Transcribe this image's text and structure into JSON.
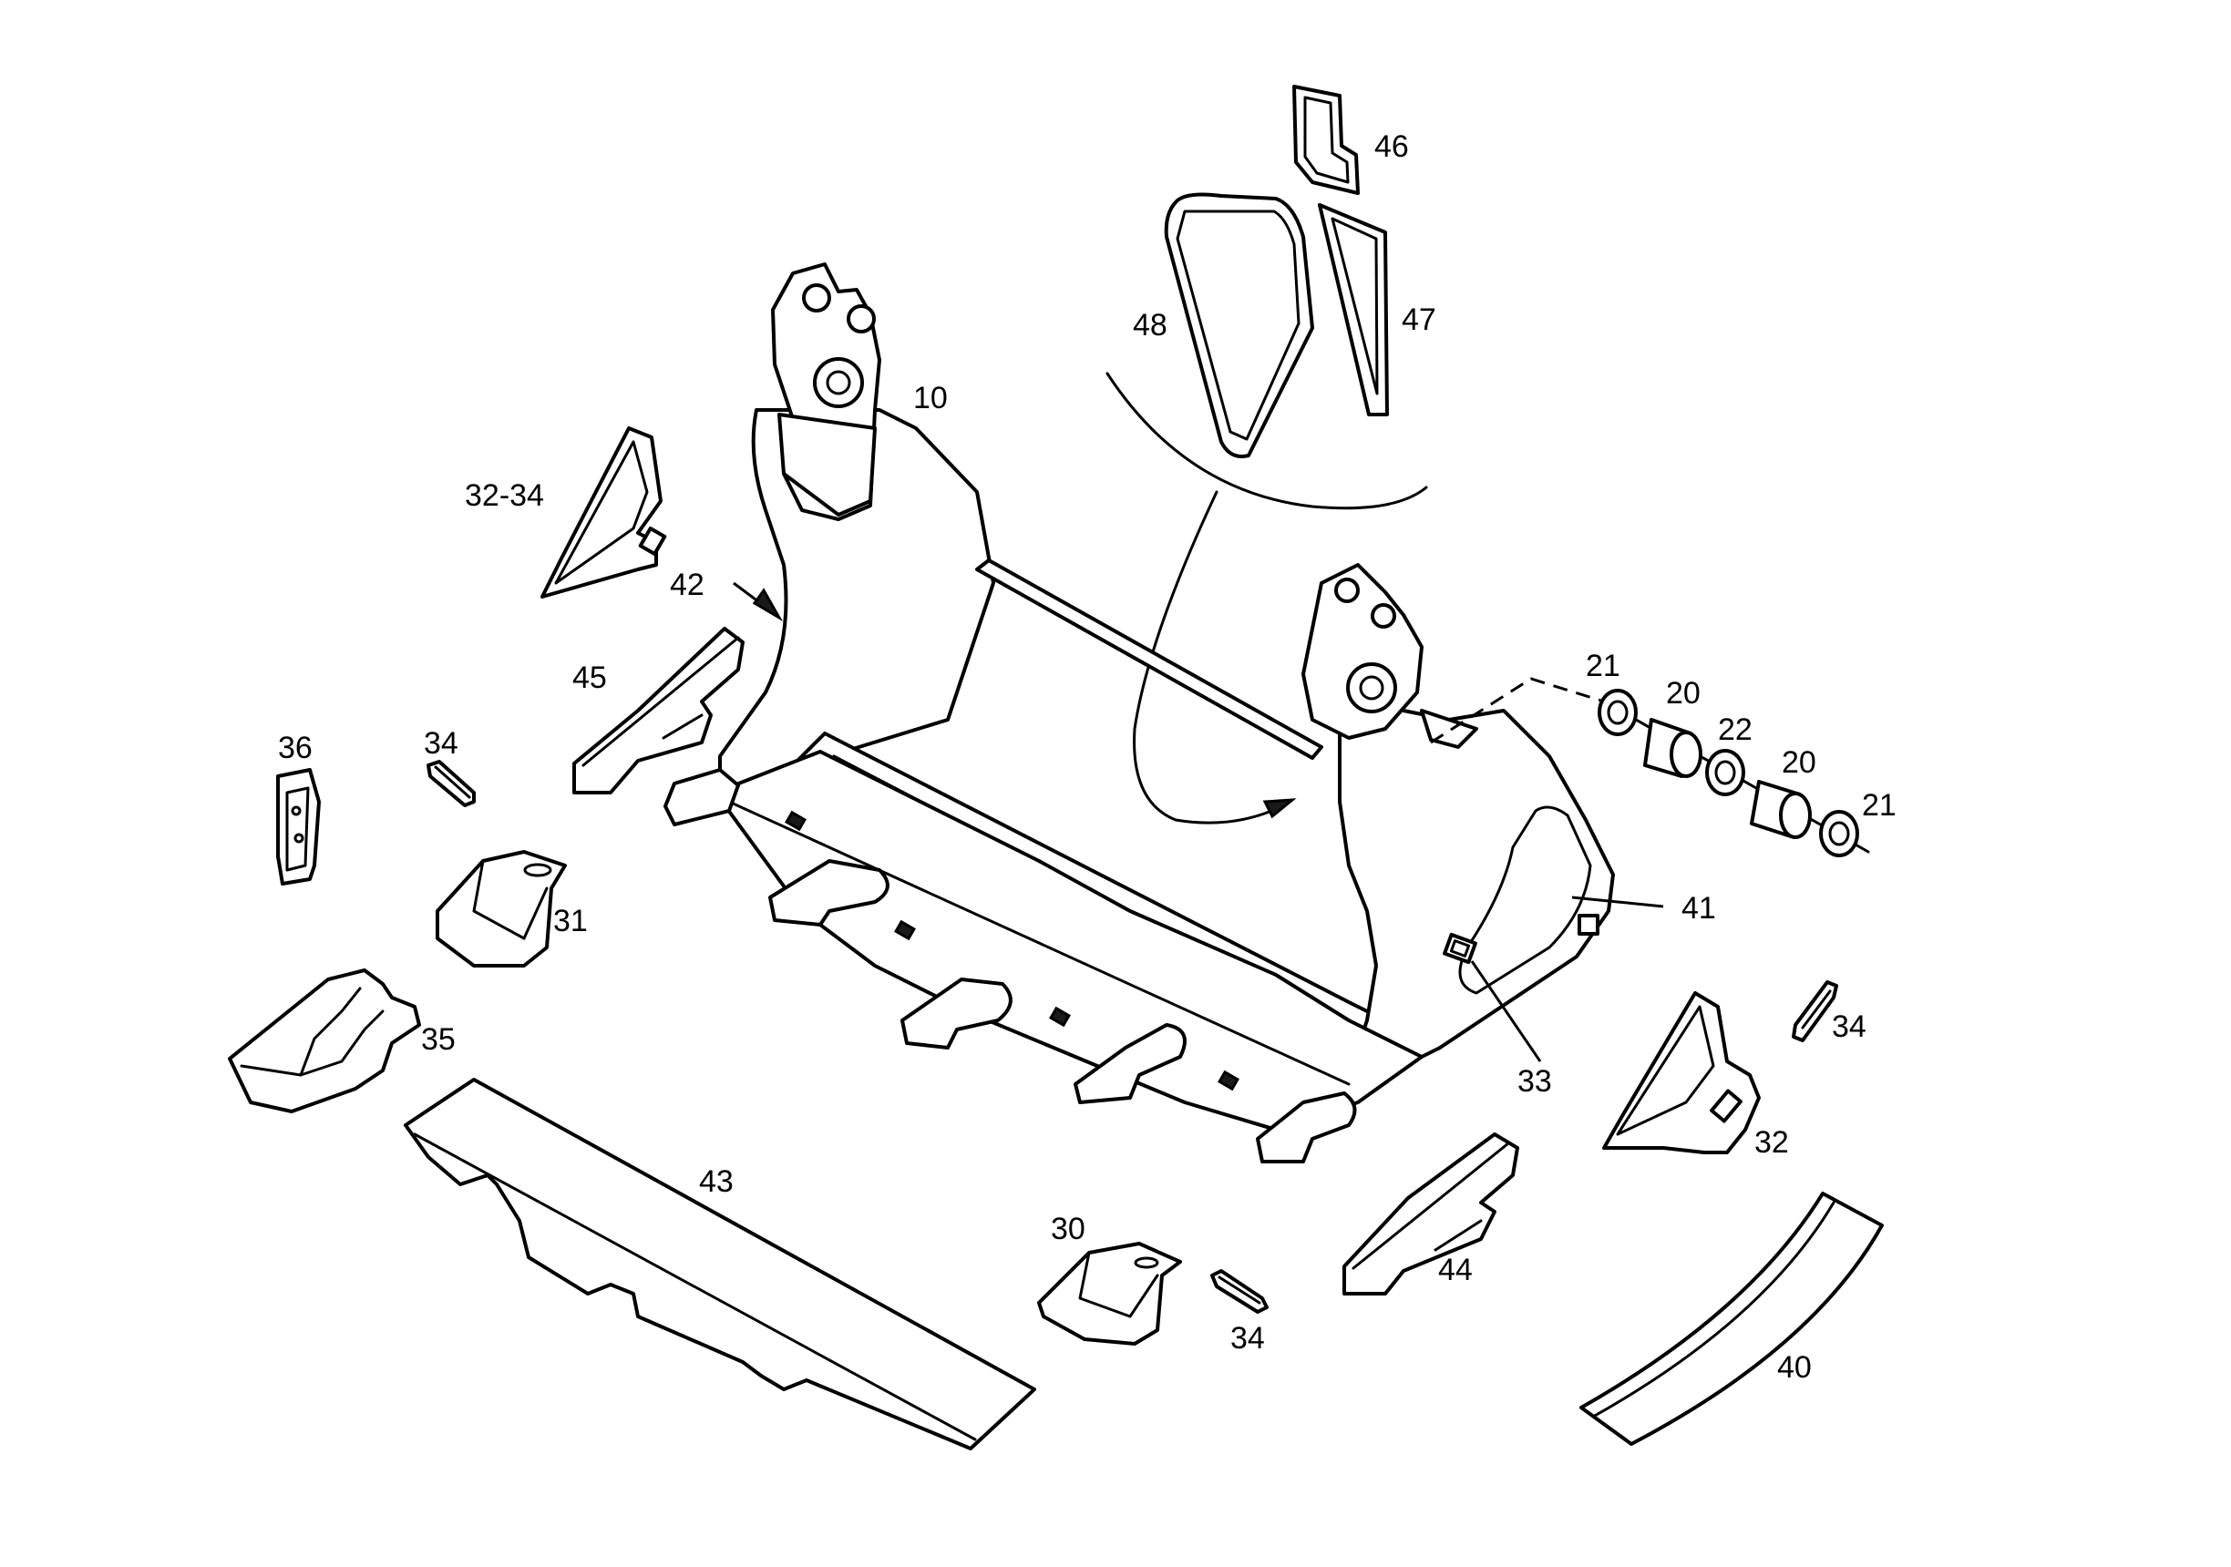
{
  "diagram": {
    "type": "exploded-parts-view",
    "line_color": "#000000",
    "background": "#ffffff"
  },
  "callouts": {
    "c10": "10",
    "c20a": "20",
    "c20b": "20",
    "c21a": "21",
    "c21b": "21",
    "c22": "22",
    "c30": "30",
    "c31": "31",
    "c32": "32",
    "c32_34": "32-34",
    "c33": "33",
    "c34a": "34",
    "c34b": "34",
    "c34c": "34",
    "c35": "35",
    "c36": "36",
    "c40": "40",
    "c41": "41",
    "c42": "42",
    "c43": "43",
    "c44": "44",
    "c45": "45",
    "c46": "46",
    "c47": "47",
    "c48": "48"
  }
}
